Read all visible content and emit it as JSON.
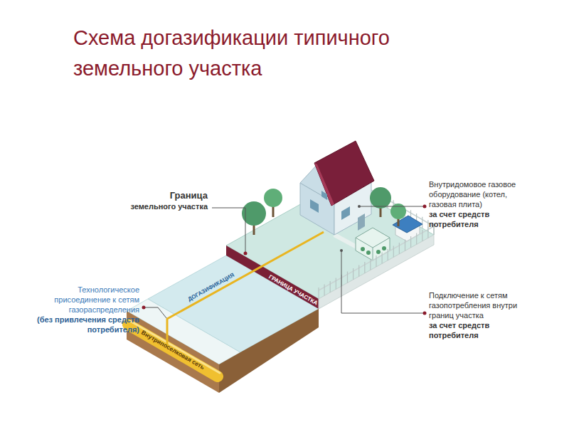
{
  "diagram": {
    "title": "Схема догазификации типичного земельного участка",
    "labels": [
      "Граница",
      "земельного участка",
      "Технологическое присоединение к сетям газораспределения",
      "(без привлечения средств потребителя)",
      "Внутридомовое газовое оборудование (котел, газовая плита)",
      "за счет средств потребителя",
      "Подключение к сетям газопотребления внутри границ участка",
      "за счет средств потребителя",
      "ГРАНИЦА УЧАСТКА",
      "ДОГАЗИФИКАЦИЯ",
      "Внутрипоселковая сеть"
    ]
  }
}
